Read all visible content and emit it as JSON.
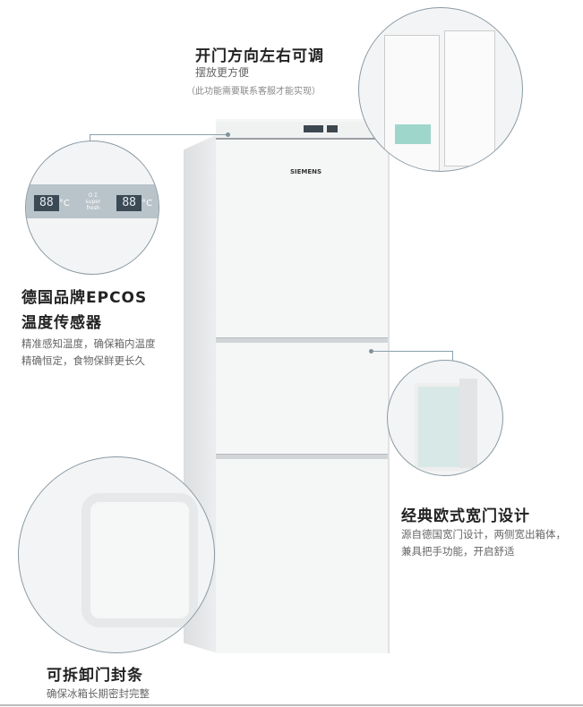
{
  "brand": "SIEMENS",
  "features": [
    {
      "title": "开门方向左右可调",
      "desc": "摆放更方便",
      "note": "（此功能需要联系客服才能实现）"
    },
    {
      "title_line1": "德国品牌EPCOS",
      "title_line2": "温度传感器",
      "desc_line1": "精准感知温度，确保箱内温度",
      "desc_line2": "精确恒定，食物保鲜更长久"
    },
    {
      "title": "经典欧式宽门设计",
      "desc_line1": "源自德国宽门设计，两侧宽出箱体，",
      "desc_line2": "兼具把手功能，开启舒适"
    },
    {
      "title": "可拆卸门封条",
      "desc": "确保冰箱长期密封完整"
    }
  ],
  "panel": {
    "display_left": "88",
    "display_right": "88",
    "unit": "°C",
    "mode_line1": "ＯＩ",
    "mode_line2": "super",
    "mode_line3": "fresh"
  }
}
